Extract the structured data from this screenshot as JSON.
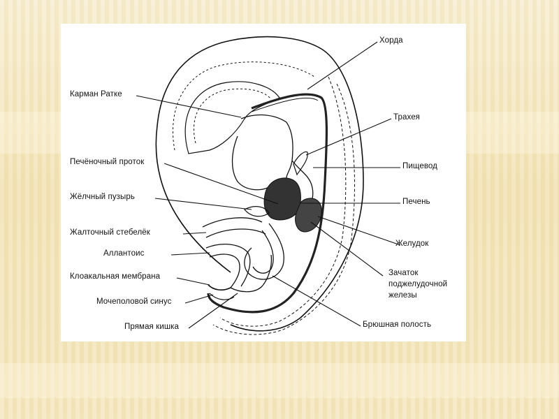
{
  "diagram": {
    "labels": {
      "horda": "Хорда",
      "karman_ratke": "Карман Ратке",
      "traheya": "Трахея",
      "pechenochny_protok": "Печёночный проток",
      "pishchevod": "Пищевод",
      "zhelchny_puzyr": "Жёлчный пузырь",
      "pechen": "Печень",
      "zheltochny_stebelek": "Жалточный стебелёк",
      "zheludok": "Желудок",
      "allantois": "Аллантоис",
      "zachatok_1": "Зачаток",
      "zachatok_2": "поджелудочной",
      "zachatok_3": "железы",
      "kloakalnaya_membrana": "Клоакальная мембрана",
      "mochepolovoy_sinus": "Мочеполовой синус",
      "bryushnaya_polost": "Брюшная полость",
      "pryamaya_kishka": "Прямая кишка"
    }
  }
}
